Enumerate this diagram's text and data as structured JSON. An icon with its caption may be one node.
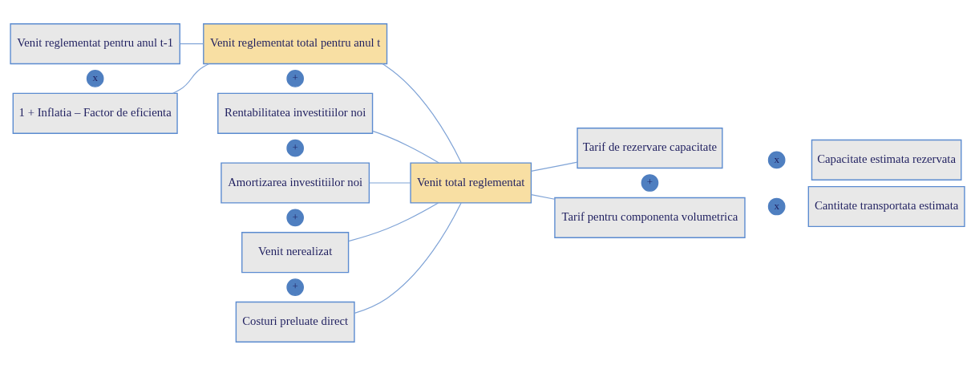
{
  "diagram": {
    "nodes": [
      {
        "text": [
          "Venit reglementat pentru anul t-1"
        ]
      },
      {
        "text": [
          "1 + Inflatia – Factor de eficienta"
        ]
      },
      {
        "text": [
          "Venit reglementat total pentru anul t"
        ]
      },
      {
        "text": [
          "Rentabilitatea investitiilor noi"
        ]
      },
      {
        "text": [
          "Amortizarea investitiilor noi"
        ]
      },
      {
        "text": [
          "Venit nerealizat"
        ]
      },
      {
        "text": [
          "Costuri preluate direct"
        ]
      },
      {
        "text": [
          "Venit total reglementat"
        ]
      },
      {
        "text": [
          "Tarif de rezervare capacitate"
        ]
      },
      {
        "text": [
          "Capacitate estimata rezervata"
        ]
      },
      {
        "text": [
          "Tarif pentru componenta volumetrica"
        ]
      },
      {
        "text": [
          "Cantitate transportata estimata"
        ]
      },
      {
        "text": [
          "x"
        ]
      },
      {
        "text": [
          "+"
        ]
      },
      {
        "text": [
          "+"
        ]
      },
      {
        "text": [
          "+"
        ]
      },
      {
        "text": [
          "+"
        ]
      },
      {
        "text": [
          "x"
        ]
      },
      {
        "text": [
          "+"
        ]
      },
      {
        "text": [
          "x"
        ]
      }
    ],
    "edges": [
      {
        "from": 0,
        "to": 2,
        "arrow": "none"
      },
      {
        "from": 1,
        "to": 2,
        "arrow": "none"
      },
      {
        "from": 2,
        "to": 7,
        "arrow": "none"
      },
      {
        "from": 3,
        "to": 7,
        "arrow": "none"
      },
      {
        "from": 4,
        "to": 7,
        "arrow": "none"
      },
      {
        "from": 5,
        "to": 7,
        "arrow": "none"
      },
      {
        "from": 6,
        "to": 7,
        "arrow": "none"
      },
      {
        "from": 7,
        "to": 8,
        "arrow": "none"
      },
      {
        "from": 7,
        "to": 10,
        "arrow": "none"
      }
    ]
  }
}
